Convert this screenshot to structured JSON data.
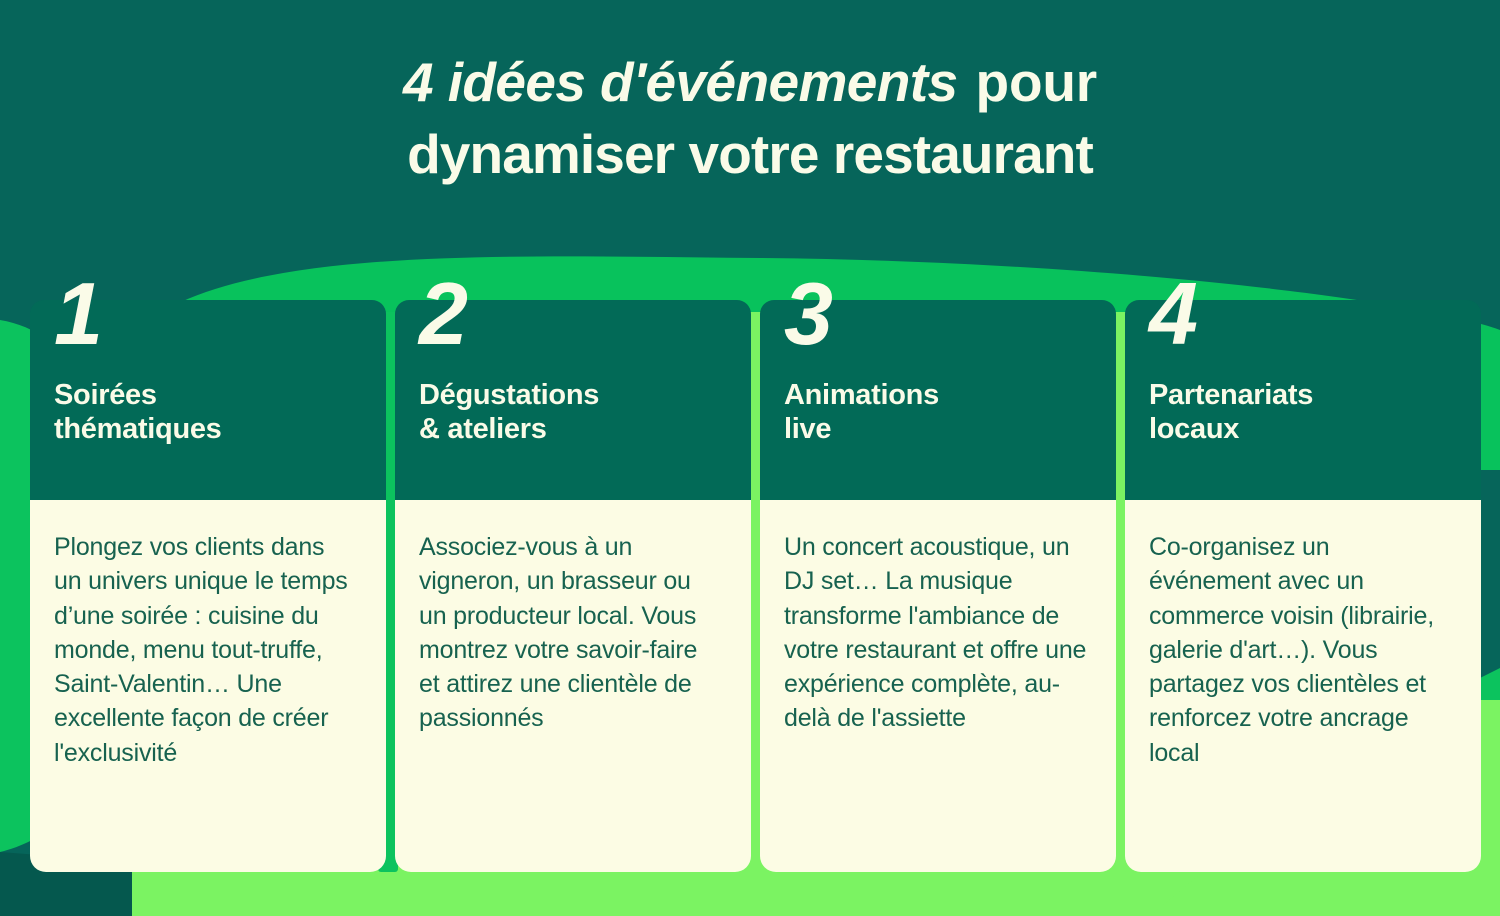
{
  "title": {
    "line1_emphasis": "4 idées d'événements",
    "line1_rest": " pour",
    "line2": "dynamiser votre restaurant"
  },
  "colors": {
    "background_teal": "#06655A",
    "card_header_teal": "#026A57",
    "card_body_cream": "#FCFCE4",
    "title_cream": "#FAFBE8",
    "accent_green": "#08C25C",
    "accent_lime": "#7BF362",
    "body_text_green": "#17624F"
  },
  "cards": [
    {
      "number": "1",
      "title": "Soirées\nthématiques",
      "body": "Plongez vos clients dans un univers unique le temps d’une soirée : cuisine du monde, menu tout-truffe, Saint-Valentin… Une excellente façon de créer l'exclusivité"
    },
    {
      "number": "2",
      "title": "Dégustations\n& ateliers",
      "body": "Associez-vous à un vigneron, un brasseur ou un producteur local. Vous montrez votre savoir-faire et attirez une clientèle de passionnés"
    },
    {
      "number": "3",
      "title": "Animations\nlive",
      "body": "Un concert acoustique, un DJ set… La musique transforme l'ambiance de votre restaurant et offre une expérience complète, au-delà de l'assiette"
    },
    {
      "number": "4",
      "title": "Partenariats\nlocaux",
      "body": "Co-organisez un événement avec un commerce voisin (librairie, galerie d'art…). Vous partagez vos clientèles et renforcez votre ancrage local"
    }
  ]
}
